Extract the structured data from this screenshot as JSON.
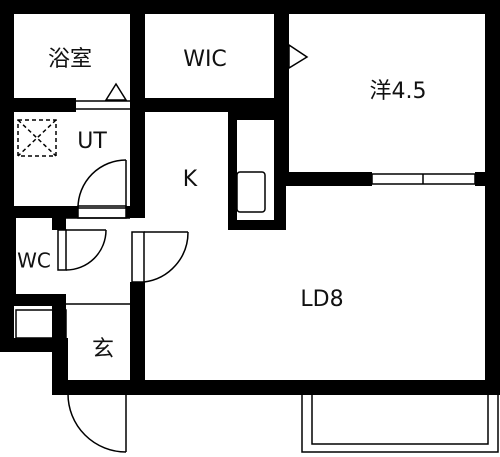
{
  "rooms": {
    "bath": "浴室",
    "wic": "WIC",
    "western": "洋4.5",
    "ut": "UT",
    "kitchen": "K",
    "wc": "WC",
    "ld": "LD8",
    "entrance": "玄"
  }
}
